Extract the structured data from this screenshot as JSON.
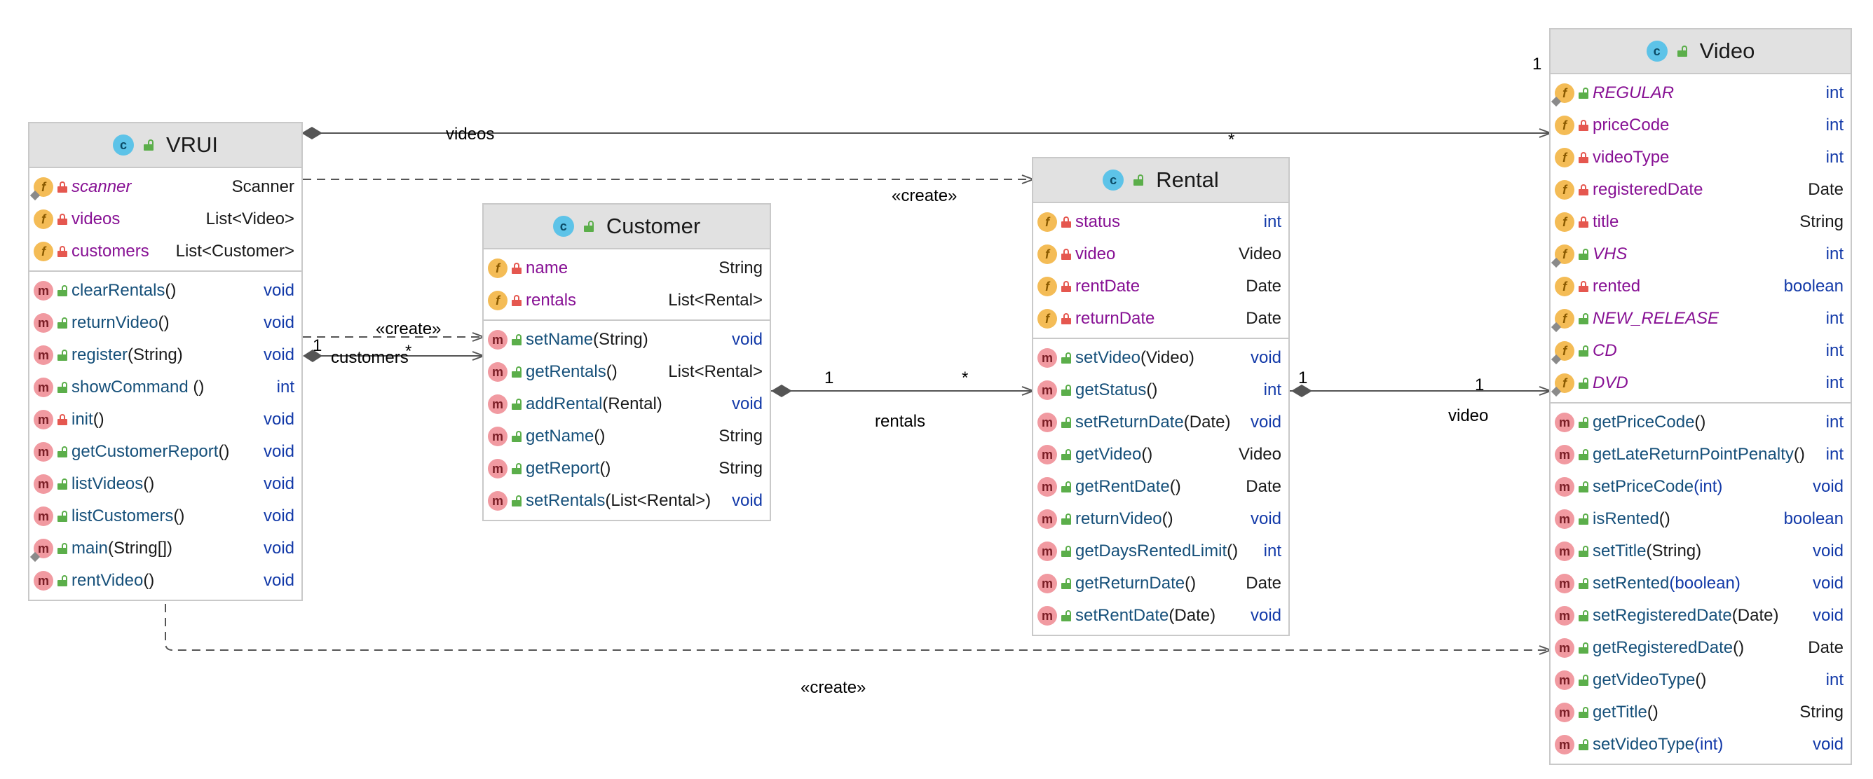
{
  "classes": {
    "vrui": {
      "name": "VRUI",
      "fields": [
        {
          "name": "scanner",
          "type": "Scanner",
          "visibility": "private",
          "static": true,
          "italic": true
        },
        {
          "name": "videos",
          "type": "List<Video>",
          "visibility": "private"
        },
        {
          "name": "customers",
          "type": "List<Customer>",
          "visibility": "private"
        }
      ],
      "methods": [
        {
          "name": "clearRentals",
          "args": "()",
          "type": "void",
          "visibility": "public"
        },
        {
          "name": "returnVideo",
          "args": "()",
          "type": "void",
          "visibility": "public"
        },
        {
          "name": "register",
          "args": "(String)",
          "type": "void",
          "visibility": "public"
        },
        {
          "name": "showCommand",
          "args": " ()",
          "type": "int",
          "visibility": "public"
        },
        {
          "name": "init",
          "args": "()",
          "type": "void",
          "visibility": "private"
        },
        {
          "name": "getCustomerReport",
          "args": "()",
          "type": "void",
          "visibility": "public"
        },
        {
          "name": "listVideos",
          "args": "()",
          "type": "void",
          "visibility": "public"
        },
        {
          "name": "listCustomers",
          "args": "()",
          "type": "void",
          "visibility": "public"
        },
        {
          "name": "main",
          "args": "(String[])",
          "type": "void",
          "visibility": "public",
          "static": true
        },
        {
          "name": "rentVideo",
          "args": "()",
          "type": "void",
          "visibility": "public"
        }
      ]
    },
    "customer": {
      "name": "Customer",
      "fields": [
        {
          "name": "name",
          "type": "String",
          "visibility": "private"
        },
        {
          "name": "rentals",
          "type": "List<Rental>",
          "visibility": "private"
        }
      ],
      "methods": [
        {
          "name": "setName",
          "args": "(String)",
          "type": "void",
          "visibility": "public"
        },
        {
          "name": "getRentals",
          "args": "()",
          "type": "List<Rental>",
          "visibility": "public"
        },
        {
          "name": "addRental",
          "args": "(Rental)",
          "type": "void",
          "visibility": "public"
        },
        {
          "name": "getName",
          "args": "()",
          "type": "String",
          "visibility": "public"
        },
        {
          "name": "getReport",
          "args": "()",
          "type": "String",
          "visibility": "public"
        },
        {
          "name": "setRentals",
          "args": "(List<Rental>)",
          "type": "void",
          "visibility": "public"
        }
      ]
    },
    "rental": {
      "name": "Rental",
      "fields": [
        {
          "name": "status",
          "type": "int",
          "visibility": "private"
        },
        {
          "name": "video",
          "type": "Video",
          "visibility": "private"
        },
        {
          "name": "rentDate",
          "type": "Date",
          "visibility": "private"
        },
        {
          "name": "returnDate",
          "type": "Date",
          "visibility": "private"
        }
      ],
      "methods": [
        {
          "name": "setVideo",
          "args": "(Video)",
          "type": "void",
          "visibility": "public"
        },
        {
          "name": "getStatus",
          "args": "()",
          "type": "int",
          "visibility": "public"
        },
        {
          "name": "setReturnDate",
          "args": "(Date)",
          "type": "void",
          "visibility": "public"
        },
        {
          "name": "getVideo",
          "args": "()",
          "type": "Video",
          "visibility": "public"
        },
        {
          "name": "getRentDate",
          "args": "()",
          "type": "Date",
          "visibility": "public"
        },
        {
          "name": "returnVideo",
          "args": "()",
          "type": "void",
          "visibility": "public"
        },
        {
          "name": "getDaysRentedLimit",
          "args": "()",
          "type": "int",
          "visibility": "public"
        },
        {
          "name": "getReturnDate",
          "args": "()",
          "type": "Date",
          "visibility": "public"
        },
        {
          "name": "setRentDate",
          "args": "(Date)",
          "type": "void",
          "visibility": "public"
        }
      ]
    },
    "video": {
      "name": "Video",
      "fields": [
        {
          "name": "REGULAR",
          "type": "int",
          "visibility": "public",
          "static": true,
          "italic": true
        },
        {
          "name": "priceCode",
          "type": "int",
          "visibility": "private"
        },
        {
          "name": "videoType",
          "type": "int",
          "visibility": "private"
        },
        {
          "name": "registeredDate",
          "type": "Date",
          "visibility": "private"
        },
        {
          "name": "title",
          "type": "String",
          "visibility": "private"
        },
        {
          "name": "VHS",
          "type": "int",
          "visibility": "public",
          "static": true,
          "italic": true
        },
        {
          "name": "rented",
          "type": "boolean",
          "visibility": "private"
        },
        {
          "name": "NEW_RELEASE",
          "type": "int",
          "visibility": "public",
          "static": true,
          "italic": true
        },
        {
          "name": "CD",
          "type": "int",
          "visibility": "public",
          "static": true,
          "italic": true
        },
        {
          "name": "DVD",
          "type": "int",
          "visibility": "public",
          "static": true,
          "italic": true
        }
      ],
      "methods": [
        {
          "name": "getPriceCode",
          "args": "()",
          "type": "int",
          "visibility": "public"
        },
        {
          "name": "getLateReturnPointPenalty",
          "args": "()",
          "type": "int",
          "visibility": "public"
        },
        {
          "name": "setPriceCode",
          "args": "(int)",
          "type": "void",
          "visibility": "public",
          "argsKw": true
        },
        {
          "name": "isRented",
          "args": "()",
          "type": "boolean",
          "visibility": "public"
        },
        {
          "name": "setTitle",
          "args": "(String)",
          "type": "void",
          "visibility": "public"
        },
        {
          "name": "setRented",
          "args": "(boolean)",
          "type": "void",
          "visibility": "public",
          "argsKw": true
        },
        {
          "name": "setRegisteredDate",
          "args": "(Date)",
          "type": "void",
          "visibility": "public"
        },
        {
          "name": "getRegisteredDate",
          "args": "()",
          "type": "Date",
          "visibility": "public"
        },
        {
          "name": "getVideoType",
          "args": "()",
          "type": "int",
          "visibility": "public"
        },
        {
          "name": "getTitle",
          "args": "()",
          "type": "String",
          "visibility": "public"
        },
        {
          "name": "setVideoType",
          "args": "(int)",
          "type": "void",
          "visibility": "public",
          "argsKw": true
        }
      ]
    }
  },
  "relations": {
    "videos_label": "videos",
    "videos_many": "*",
    "video_one_top": "1",
    "create_rental": "«create»",
    "create_customer": "«create»",
    "customers_one": "1",
    "customers_label": "customers",
    "customers_many": "*",
    "rentals_one": "1",
    "rentals_many": "*",
    "rentals_label": "rentals",
    "video_one_left": "1",
    "video_one_right": "1",
    "video_label": "video",
    "create_video": "«create»"
  },
  "colors": {
    "field_name": "#871094",
    "method_name": "#16507a",
    "keyword": "#1239a8",
    "header_bg": "#e1e1e1",
    "border": "#c9c9c9"
  }
}
